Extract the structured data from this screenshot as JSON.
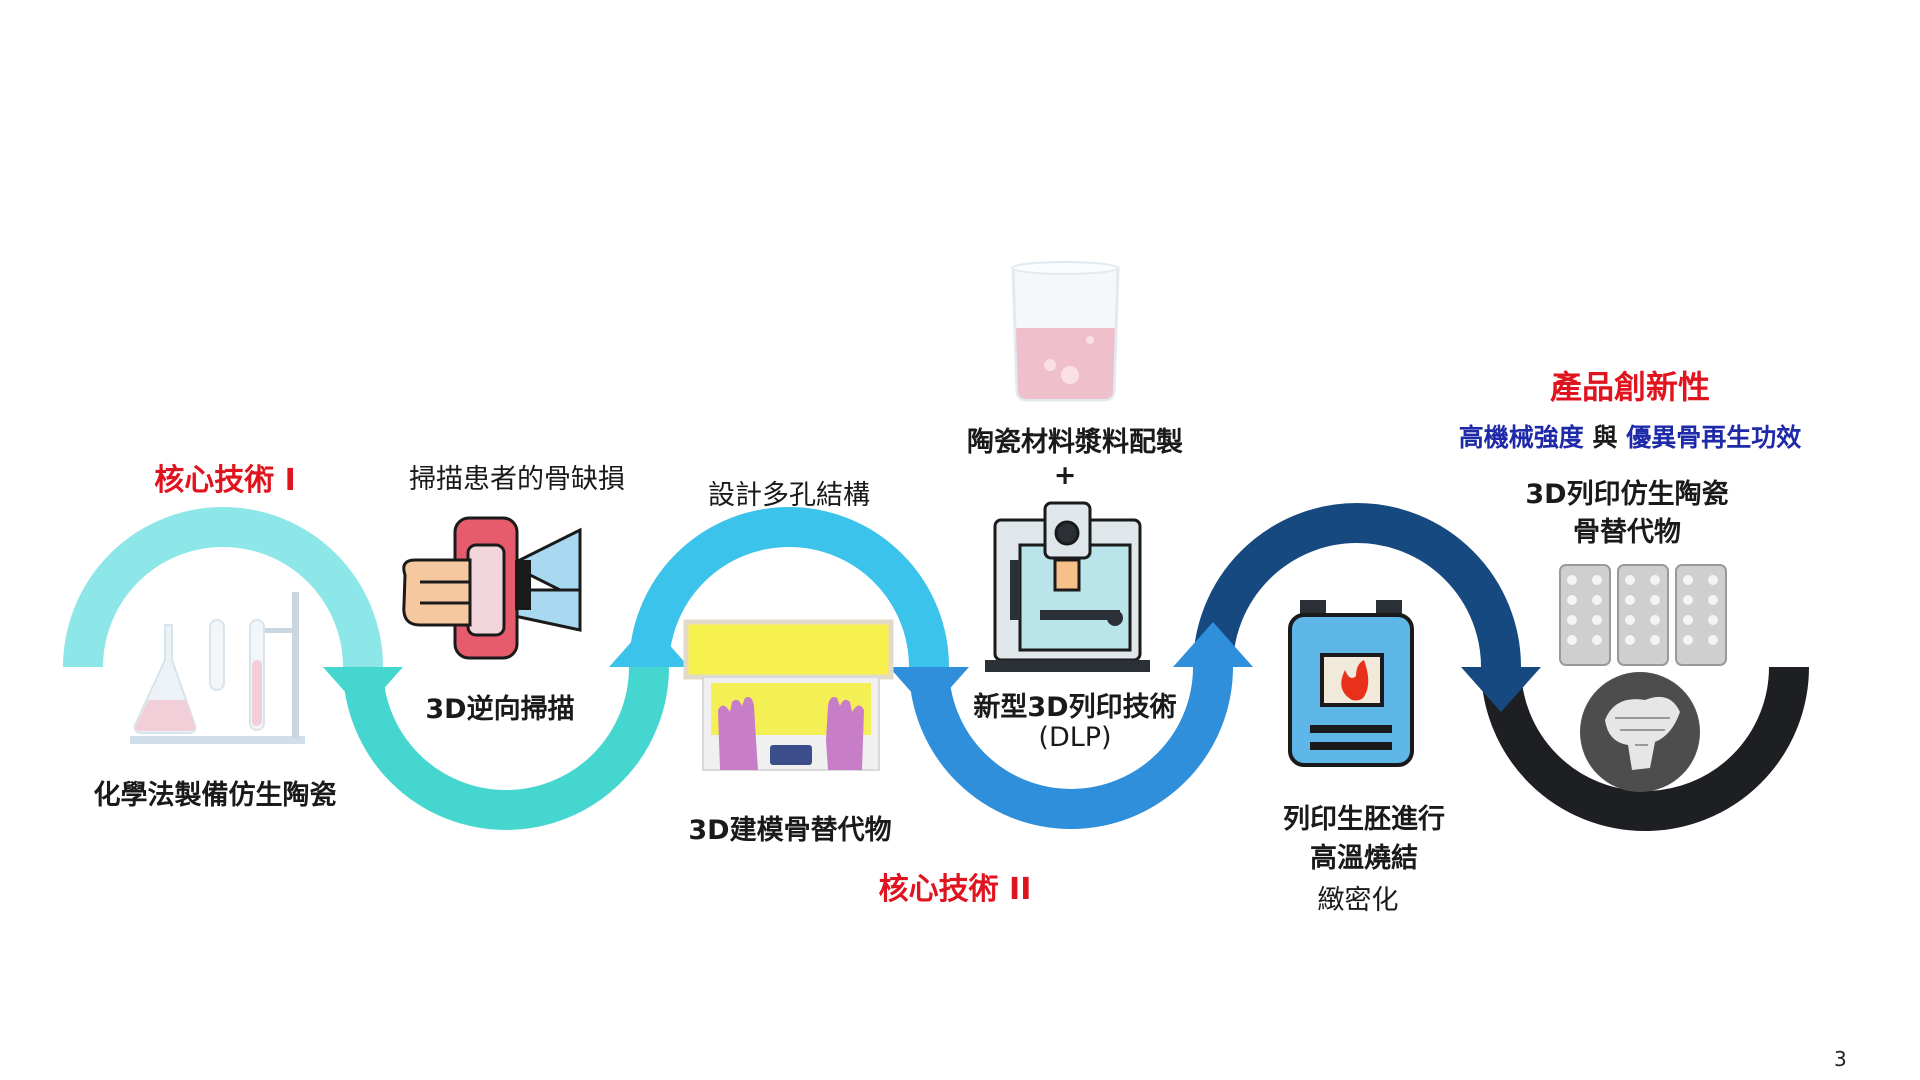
{
  "page_number": "3",
  "core_tech_1": "核心技術 I",
  "core_tech_2": "核心技術 II",
  "steps": {
    "chem": "化學法製備仿生陶瓷",
    "scan_note": "掃描患者的骨缺損",
    "scan": "3D逆向掃描",
    "design_note": "設計多孔結構",
    "model": "3D建模骨替代物",
    "slurry": "陶瓷材料漿料配製",
    "plus": "+",
    "print_1": "新型3D列印技術",
    "print_2": "(DLP)",
    "sinter_1": "列印生胚進行",
    "sinter_2": "高溫燒結",
    "sinter_note": "緻密化"
  },
  "product": {
    "title": "產品創新性",
    "feature_a": "高機械強度",
    "conj": "與",
    "feature_b": "優異骨再生功效",
    "name_1": "3D列印仿生陶瓷",
    "name_2": "骨替代物"
  },
  "colors": {
    "arc1": "#8de6e8",
    "arc2": "#46d6d0",
    "arc3": "#3cc3ec",
    "arc4": "#2f8fda",
    "arc5": "#15497f",
    "arc6": "#1e1f22",
    "red": "#e0141e",
    "blue": "#1f2aa8"
  }
}
